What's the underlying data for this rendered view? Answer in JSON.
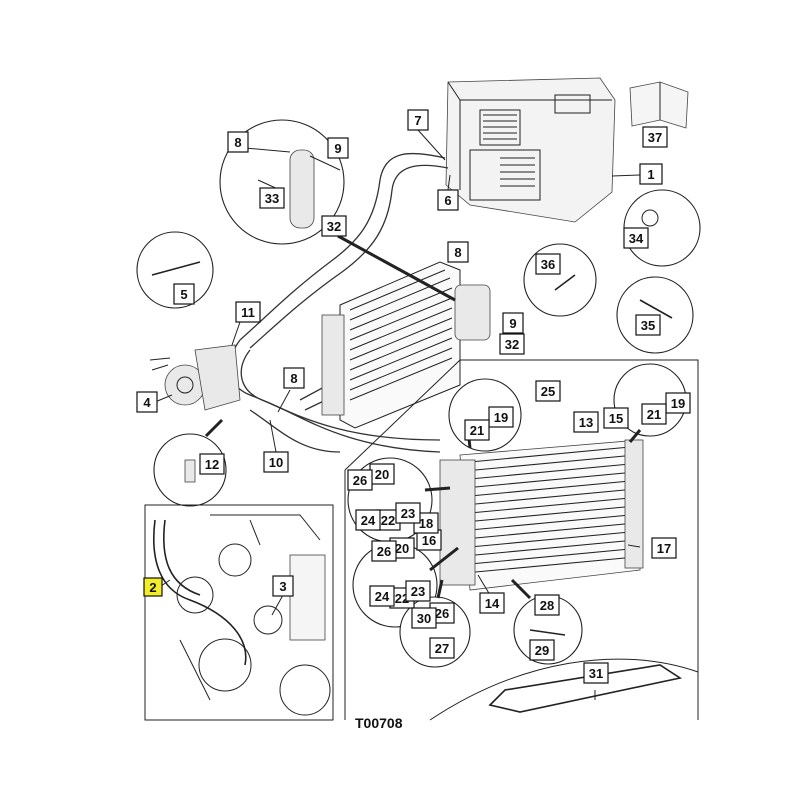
{
  "diagram": {
    "reference_code": "T00708",
    "highlight_color": "#f4ee2a",
    "callouts": [
      {
        "id": "c1",
        "label": "1",
        "highlighted": false
      },
      {
        "id": "c2",
        "label": "2",
        "highlighted": true
      },
      {
        "id": "c3",
        "label": "3",
        "highlighted": false
      },
      {
        "id": "c4",
        "label": "4",
        "highlighted": false
      },
      {
        "id": "c5",
        "label": "5",
        "highlighted": false
      },
      {
        "id": "c6",
        "label": "6",
        "highlighted": false
      },
      {
        "id": "c7",
        "label": "7",
        "highlighted": false
      },
      {
        "id": "c8a",
        "label": "8",
        "highlighted": false
      },
      {
        "id": "c8b",
        "label": "8",
        "highlighted": false
      },
      {
        "id": "c8c",
        "label": "8",
        "highlighted": false
      },
      {
        "id": "c9a",
        "label": "9",
        "highlighted": false
      },
      {
        "id": "c9b",
        "label": "9",
        "highlighted": false
      },
      {
        "id": "c10",
        "label": "10",
        "highlighted": false
      },
      {
        "id": "c11",
        "label": "11",
        "highlighted": false
      },
      {
        "id": "c12",
        "label": "12",
        "highlighted": false
      },
      {
        "id": "c13",
        "label": "13",
        "highlighted": false
      },
      {
        "id": "c14",
        "label": "14",
        "highlighted": false
      },
      {
        "id": "c15",
        "label": "15",
        "highlighted": false
      },
      {
        "id": "c16",
        "label": "16",
        "highlighted": false
      },
      {
        "id": "c17",
        "label": "17",
        "highlighted": false
      },
      {
        "id": "c18",
        "label": "18",
        "highlighted": false
      },
      {
        "id": "c19a",
        "label": "19",
        "highlighted": false
      },
      {
        "id": "c19b",
        "label": "19",
        "highlighted": false
      },
      {
        "id": "c20a",
        "label": "20",
        "highlighted": false
      },
      {
        "id": "c20b",
        "label": "20",
        "highlighted": false
      },
      {
        "id": "c21a",
        "label": "21",
        "highlighted": false
      },
      {
        "id": "c21b",
        "label": "21",
        "highlighted": false
      },
      {
        "id": "c22a",
        "label": "22",
        "highlighted": false
      },
      {
        "id": "c22b",
        "label": "22",
        "highlighted": false
      },
      {
        "id": "c23a",
        "label": "23",
        "highlighted": false
      },
      {
        "id": "c23b",
        "label": "23",
        "highlighted": false
      },
      {
        "id": "c24a",
        "label": "24",
        "highlighted": false
      },
      {
        "id": "c24b",
        "label": "24",
        "highlighted": false
      },
      {
        "id": "c25",
        "label": "25",
        "highlighted": false
      },
      {
        "id": "c26a",
        "label": "26",
        "highlighted": false
      },
      {
        "id": "c26b",
        "label": "26",
        "highlighted": false
      },
      {
        "id": "c26c",
        "label": "26",
        "highlighted": false
      },
      {
        "id": "c27",
        "label": "27",
        "highlighted": false
      },
      {
        "id": "c28",
        "label": "28",
        "highlighted": false
      },
      {
        "id": "c29",
        "label": "29",
        "highlighted": false
      },
      {
        "id": "c30",
        "label": "30",
        "highlighted": false
      },
      {
        "id": "c31",
        "label": "31",
        "highlighted": false
      },
      {
        "id": "c32a",
        "label": "32",
        "highlighted": false
      },
      {
        "id": "c32b",
        "label": "32",
        "highlighted": false
      },
      {
        "id": "c33",
        "label": "33",
        "highlighted": false
      },
      {
        "id": "c34",
        "label": "34",
        "highlighted": false
      },
      {
        "id": "c35",
        "label": "35",
        "highlighted": false
      },
      {
        "id": "c36",
        "label": "36",
        "highlighted": false
      },
      {
        "id": "c37",
        "label": "37",
        "highlighted": false
      }
    ]
  }
}
